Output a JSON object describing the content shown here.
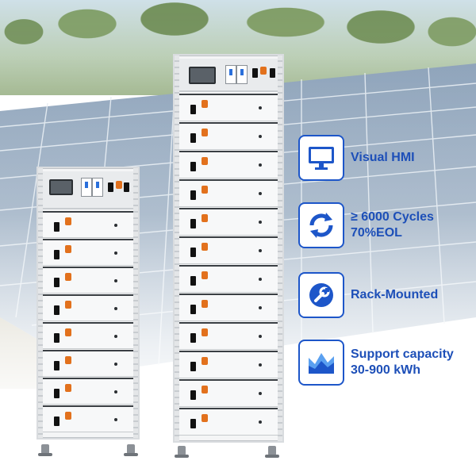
{
  "features": [
    {
      "icon": "monitor-icon",
      "lines": [
        "Visual HMI"
      ]
    },
    {
      "icon": "cycle-arrows-icon",
      "lines": [
        "≥ 6000 Cycles",
        "70%EOL"
      ]
    },
    {
      "icon": "wrench-icon",
      "lines": [
        "Rack-Mounted"
      ]
    },
    {
      "icon": "capacity-chart-icon",
      "lines": [
        "Support capacity",
        "30-900 kWh"
      ]
    }
  ],
  "colors": {
    "accent": "#1d56c9",
    "text": "#1d4fb8",
    "connector": "#e2711d"
  }
}
